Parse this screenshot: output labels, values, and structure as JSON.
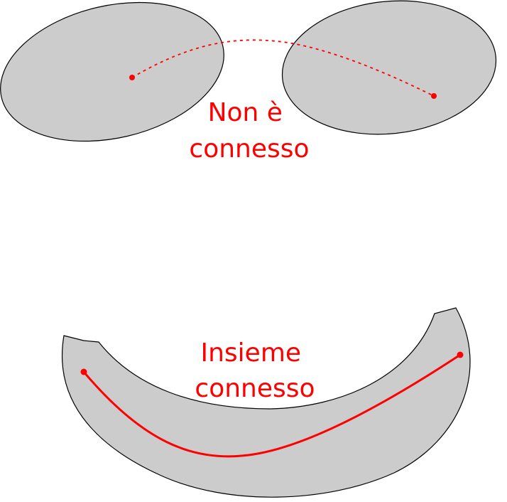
{
  "disconnected": {
    "label_line1": "Non è",
    "label_line2": "connesso"
  },
  "connected": {
    "label_line1": "Insieme",
    "label_line2": "connesso"
  },
  "colors": {
    "region_fill": "#cccccc",
    "region_stroke": "#000000",
    "path_accent": "#ff0000",
    "label_text": "#ff0000"
  }
}
